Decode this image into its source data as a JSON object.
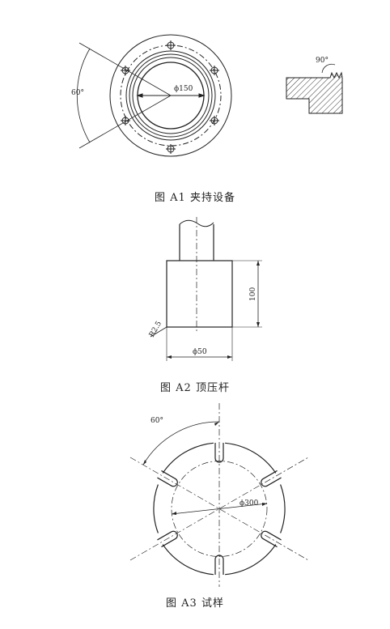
{
  "figure_a1": {
    "caption": "图 A1  夹持设备",
    "angle_label": "60°",
    "diameter_label": "ϕ150",
    "detail_angle_label": "90°"
  },
  "figure_a2": {
    "caption": "图 A2  顶压杆",
    "radius_label": "R2.5",
    "height_label": "100",
    "diameter_label": "ϕ50"
  },
  "figure_a3": {
    "caption": "图 A3  试样",
    "angle_label": "60°",
    "diameter_label": "ϕ300"
  }
}
